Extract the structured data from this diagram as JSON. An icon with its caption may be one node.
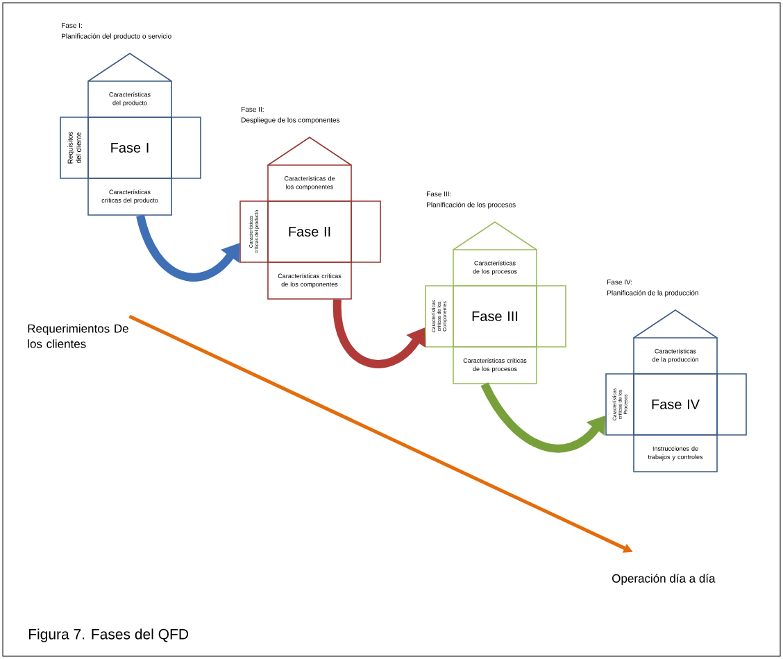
{
  "diagram": {
    "caption": "Figura 7. Fases del QFD",
    "nodes": [
      {
        "text": [],
        "shape": "triangle",
        "beside": [
          "Fase I:",
          "Planificación del producto o servicio"
        ]
      },
      {
        "text": [
          "Características del producto"
        ]
      },
      {
        "text": [
          "Requisitos del cliente"
        ]
      },
      {
        "text": [
          "Fase I"
        ]
      },
      {
        "text": [],
        "shape": "box"
      },
      {
        "text": [
          "Características críticas del producto"
        ]
      },
      {
        "text": [],
        "shape": "triangle",
        "beside": [
          "Fase II:",
          "Despliegue de los componentes"
        ]
      },
      {
        "text": [
          "Características de los componentes"
        ]
      },
      {
        "text": [
          "Características críticas del producto"
        ]
      },
      {
        "text": [
          "Fase II"
        ]
      },
      {
        "text": [],
        "shape": "box"
      },
      {
        "text": [
          "Características críticas de los componentes"
        ]
      },
      {
        "text": [],
        "shape": "triangle",
        "beside": [
          "Fase III:",
          "Planificación de los procesos"
        ]
      },
      {
        "text": [
          "Características de los procesos"
        ]
      },
      {
        "text": [
          "Características críticas de los Componentes"
        ]
      },
      {
        "text": [
          "Fase III"
        ]
      },
      {
        "text": [],
        "shape": "box"
      },
      {
        "text": [
          "Características críticas de los procesos"
        ]
      },
      {
        "text": [],
        "shape": "triangle",
        "beside": [
          "Fase IV:",
          "Planificación de la producción"
        ]
      },
      {
        "text": [
          "Características de la producción"
        ]
      },
      {
        "text": [
          "Características críticas de los Procesos"
        ]
      },
      {
        "text": [
          "Fase IV"
        ]
      },
      {
        "text": [],
        "shape": "box"
      },
      {
        "text": [
          "Instrucciones de trabajos y controles"
        ]
      },
      {
        "text": [
          "Requerimientos De los clientes"
        ]
      },
      {
        "text": [
          "Operación día a día"
        ]
      }
    ],
    "edges": [
      {
        "from": 5,
        "to": 8,
        "arrow": "to",
        "color": "#3f6fb5"
      },
      {
        "from": 11,
        "to": 14,
        "arrow": "to",
        "color": "#b03a38"
      },
      {
        "from": 17,
        "to": 20,
        "arrow": "to",
        "color": "#77a03a"
      },
      {
        "from": 24,
        "to": 25,
        "arrow": "to",
        "color": "#e46c0a"
      }
    ]
  }
}
